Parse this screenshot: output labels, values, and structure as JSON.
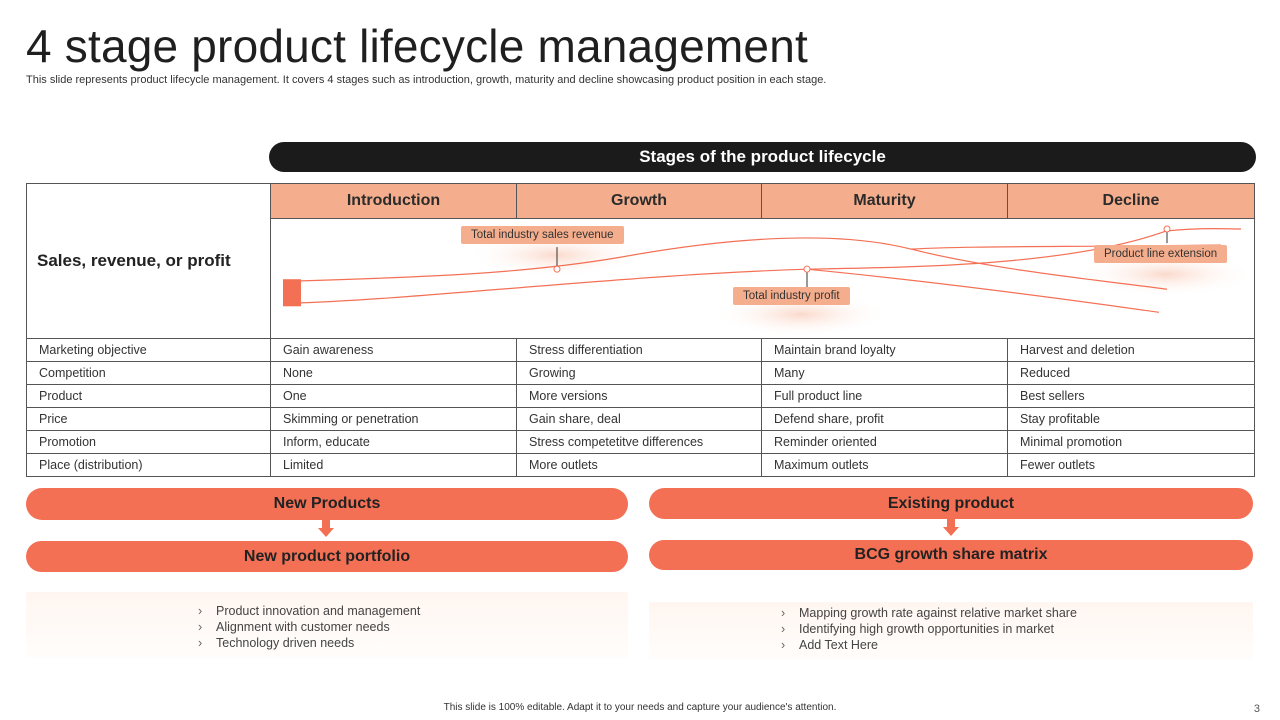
{
  "header": {
    "title": "4 stage product lifecycle management",
    "subtitle": "This slide represents product lifecycle management. It covers 4 stages such as introduction, growth, maturity and decline showcasing product position in each stage."
  },
  "stages_banner": "Stages of the product lifecycle",
  "stages": [
    "Introduction",
    "Growth",
    "Maturity",
    "Decline"
  ],
  "chart_row_label": "Sales, revenue, or profit",
  "chart_callouts": {
    "revenue": "Total industry sales revenue",
    "profit": "Total industry profit",
    "extension": "Product line extension"
  },
  "table_rows": [
    {
      "label": "Marketing objective",
      "cells": [
        "Gain awareness",
        "Stress differentiation",
        "Maintain brand loyalty",
        "Harvest and deletion"
      ]
    },
    {
      "label": "Competition",
      "cells": [
        "None",
        "Growing",
        "Many",
        "Reduced"
      ]
    },
    {
      "label": "Product",
      "cells": [
        "One",
        "More versions",
        "Full product line",
        "Best sellers"
      ]
    },
    {
      "label": "Price",
      "cells": [
        "Skimming or penetration",
        "Gain share, deal",
        "Defend share, profit",
        "Stay profitable"
      ]
    },
    {
      "label": "Promotion",
      "cells": [
        "Inform, educate",
        "Stress competetitve differences",
        "Reminder oriented",
        "Minimal promotion"
      ]
    },
    {
      "label": "Place (distribution)",
      "cells": [
        "Limited",
        "More outlets",
        "Maximum outlets",
        "Fewer outlets"
      ]
    }
  ],
  "left_panel": {
    "top_label": "New Products",
    "bottom_label": "New product portfolio",
    "bullets": [
      "Product innovation  and management",
      "Alignment with customer needs",
      "Technology driven  needs"
    ]
  },
  "right_panel": {
    "top_label": "Existing product",
    "bottom_label": "BCG growth share matrix",
    "bullets": [
      "Mapping growth rate against relative market share",
      "Identifying high growth opportunities in market",
      "Add Text Here"
    ]
  },
  "bullet_marker": "›",
  "footer": "This slide is 100% editable. Adapt it to your needs and capture your audience's attention.",
  "page_number": "3",
  "colors": {
    "accent": "#f47055",
    "header_fill": "#f5ae8d",
    "banner": "#1b1b1b"
  }
}
